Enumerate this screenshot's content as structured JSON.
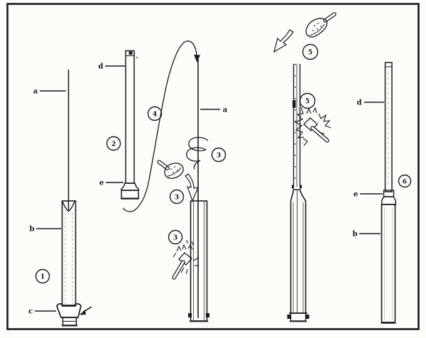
{
  "palette": {
    "ink": "#1a1a1a",
    "paper": "#fcfcf8"
  },
  "figure": {
    "part_labels": {
      "a": "a",
      "b": "b",
      "c": "c",
      "d": "d",
      "e": "e"
    },
    "steps": {
      "s1": "1",
      "s2": "2",
      "s3": "3",
      "s4": "4",
      "s5": "5",
      "s6": "6"
    },
    "icons": [
      "scoop-trowel-icon",
      "hammer-icon",
      "impact-burst-icon",
      "twist-coil-icon",
      "pour-arrow-outline-icon",
      "insert-arc-arrow-icon",
      "tamp-pointer-arrow-icon"
    ]
  }
}
